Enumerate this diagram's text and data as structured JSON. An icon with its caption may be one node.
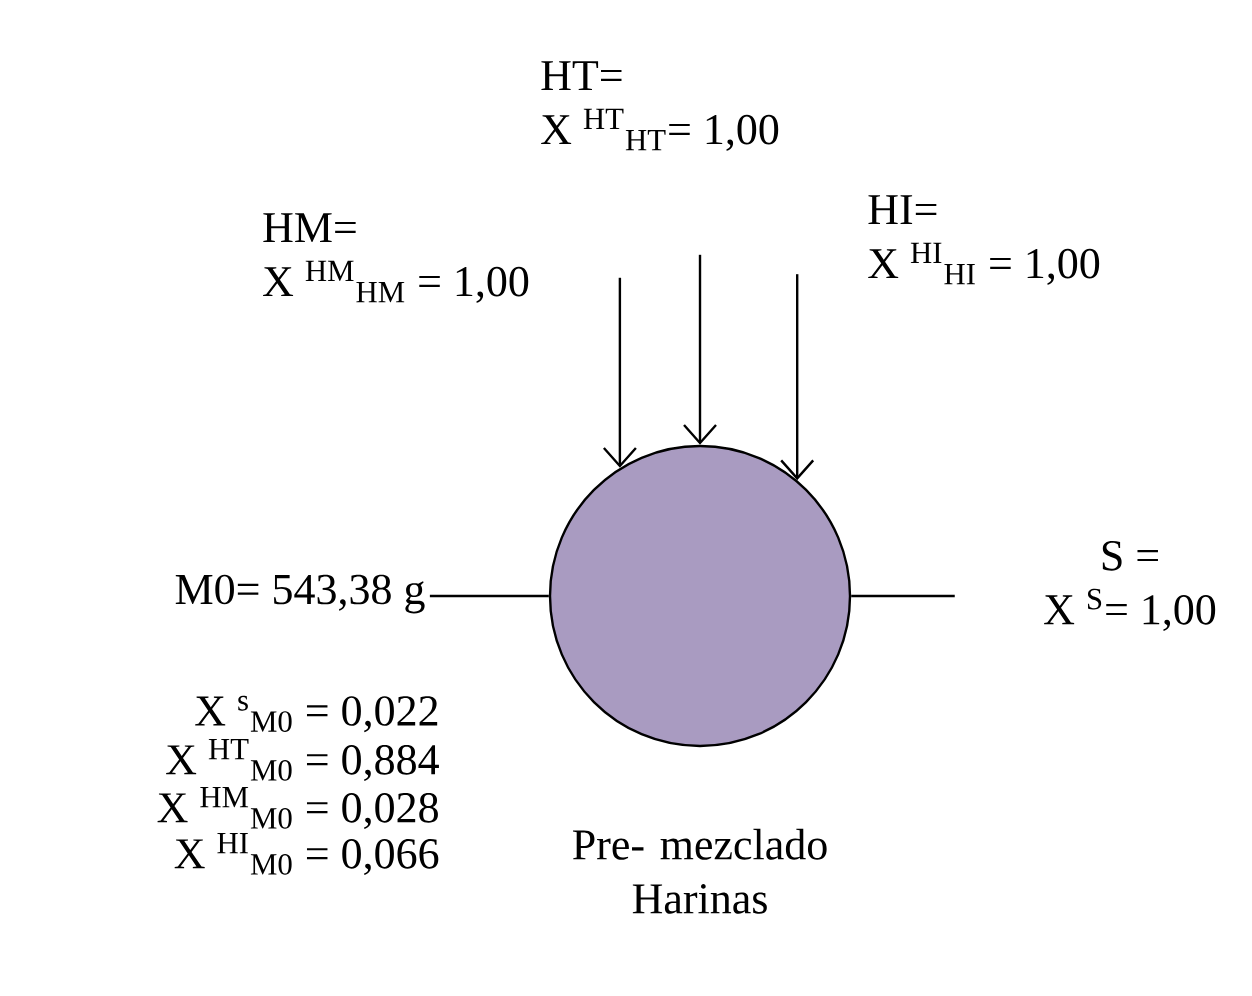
{
  "diagram": {
    "nodes": [
      {
        "text": [],
        "shape": "circle",
        "beside": [
          "Pre- mezclado Harinas"
        ]
      },
      {
        "text": [
          "HT=",
          "X $^{HT}$$_{HT}$= 1,00"
        ]
      },
      {
        "text": [
          "HM=",
          "X $^{HM}$$_{HM}$ = 1,00"
        ]
      },
      {
        "text": [
          "HI=",
          "X $^{HI}$$_{HI}$ = 1,00"
        ]
      },
      {
        "text": [
          "M0= 543,38 g"
        ]
      },
      {
        "text": [
          "S =",
          "X $^{S}$= 1,00"
        ]
      }
    ],
    "edges": [
      {
        "from": null,
        "to": 0,
        "arrow": "to"
      },
      {
        "from": null,
        "to": 0,
        "arrow": "to"
      },
      {
        "from": null,
        "to": 0,
        "arrow": "to"
      },
      {
        "from": 4,
        "to": 0,
        "arrow": "none"
      },
      {
        "from": 0,
        "to": 5,
        "arrow": "none"
      }
    ],
    "labels": [
      "X $^{s}$$_{M0}$ = 0,022",
      "X $^{HT}$$_{M0}$ = 0,884",
      "X $^{HM}$$_{M0}$ = 0,028",
      "X $^{HI}$$_{M0}$ = 0,066"
    ]
  }
}
